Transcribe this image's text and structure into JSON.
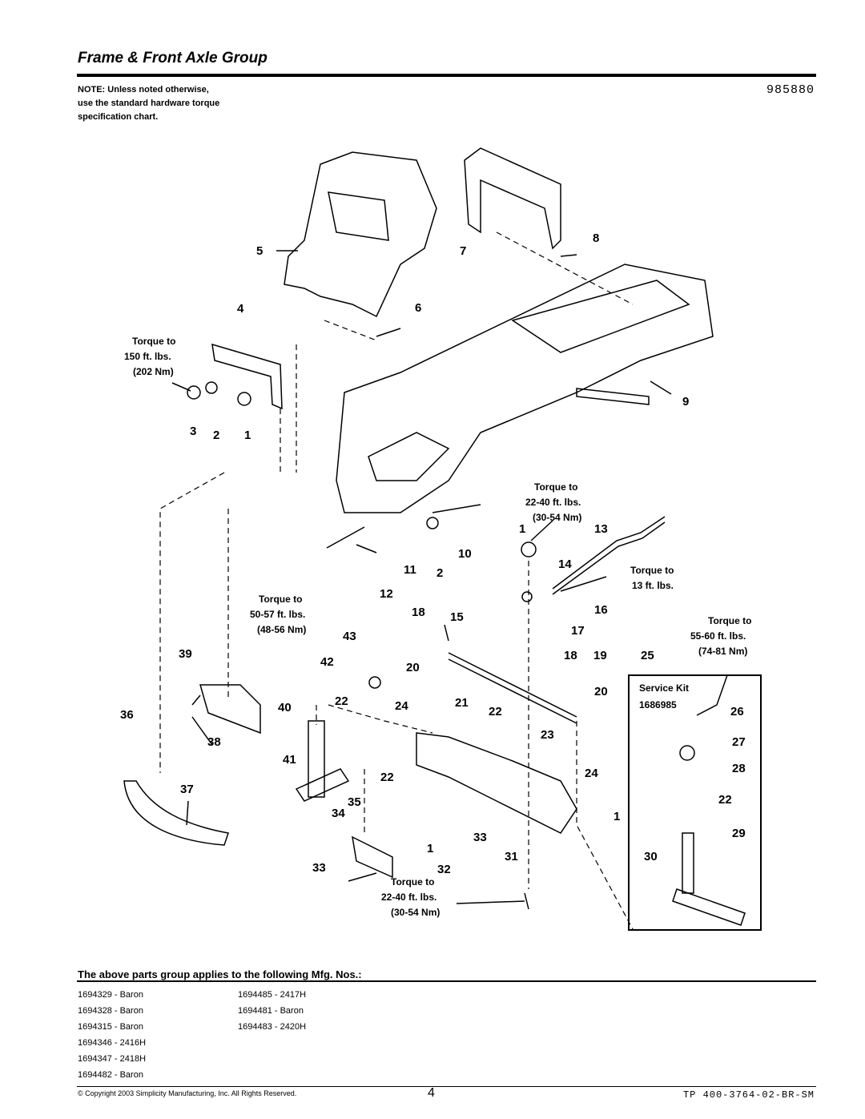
{
  "header": {
    "title": "Frame & Front Axle Group",
    "doc_number": "985880",
    "note_lines": [
      "NOTE: Unless noted otherwise,",
      "use the standard hardware torque",
      "specification chart."
    ]
  },
  "diagram": {
    "callouts": [
      "1",
      "2",
      "3",
      "4",
      "5",
      "6",
      "7",
      "8",
      "9",
      "10",
      "11",
      "12",
      "13",
      "14",
      "15",
      "16",
      "17",
      "18",
      "19",
      "20",
      "21",
      "22",
      "23",
      "24",
      "25",
      "26",
      "27",
      "28",
      "29",
      "30",
      "31",
      "32",
      "33",
      "34",
      "35",
      "36",
      "37",
      "38",
      "39",
      "40",
      "41",
      "42",
      "43"
    ],
    "torque_notes": [
      {
        "lines": [
          "Torque to",
          "150 ft. lbs.",
          "(202 Nm)"
        ]
      },
      {
        "lines": [
          "Torque to",
          "50-57 ft. lbs.",
          "(48-56 Nm)"
        ]
      },
      {
        "lines": [
          "Torque to",
          "22-40 ft. lbs.",
          "(30-54 Nm)"
        ]
      },
      {
        "lines": [
          "Torque to",
          "13 ft. lbs."
        ]
      },
      {
        "lines": [
          "Torque to",
          "55-60 ft. lbs.",
          "(74-81 Nm)"
        ]
      },
      {
        "lines": [
          "Torque to",
          "22-40 ft. lbs.",
          "(30-54 Nm)"
        ]
      }
    ],
    "service_kit": {
      "label": "Service Kit",
      "number": "1686985"
    }
  },
  "applies": {
    "heading": "The above parts group applies to the following Mfg. Nos.:",
    "col1": [
      "1694329 - Baron",
      "1694328 - Baron",
      "1694315 - Baron",
      "1694346 - 2416H",
      "1694347 - 2418H",
      "1694482 - Baron"
    ],
    "col2": [
      "1694485 - 2417H",
      "1694481 - Baron",
      "1694483 - 2420H"
    ]
  },
  "footer": {
    "copyright": "© Copyright 2003 Simplicity Manufacturing, Inc. All Rights Reserved.",
    "page_number": "4",
    "tp_code": "TP 400-3764-02-BR-SM"
  }
}
